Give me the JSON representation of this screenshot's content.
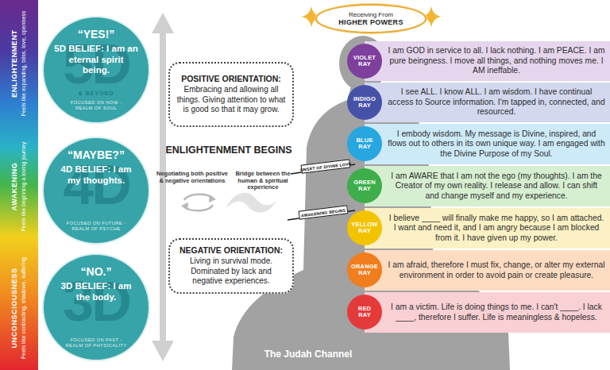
{
  "diagram": {
    "nodes": [
      {
        "text": [
          "ENLIGHTENMENT",
          "Feels like expanding, bliss, love, openness"
        ]
      },
      {
        "text": [
          "AWAKENING",
          "Feels like beginning a loving journey"
        ]
      },
      {
        "text": [
          "UNCONSCIOUSNESS",
          "Feels like contracting, shadows, suffering"
        ]
      },
      {
        "text": [
          "“YES!”",
          "5D BELIEF: I am an eternal spirit being.",
          "5D",
          "& BEYOND",
          "FOCUSED ON NOW - REALM OF SOUL"
        ]
      },
      {
        "text": [
          "“MAYBE?”",
          "4D BELIEF: I am my thoughts.",
          "4D",
          "FOCUSED ON FUTURE - REALM OF PSYCHE"
        ]
      },
      {
        "text": [
          "“NO.”",
          "3D BELIEF: I am the body.",
          "3D",
          "FOCUSED ON PAST - REALM OF PHYSICALITY"
        ]
      },
      {
        "text": [
          "POSITIVE ORIENTATION:",
          "Embracing and allowing all things. Giving attention to what is good so that it may grow."
        ]
      },
      {
        "text": [
          "NEGATIVE ORIENTATION:",
          "Living in survival mode. Dominated by lack and negative experiences."
        ]
      },
      {
        "text": [
          "Receiving From",
          "HIGHER POWERS"
        ]
      },
      {
        "text": [
          "I am GOD in service to all. I lack nothing. I am PEACE. I am pure beingness. I move all things, and nothing moves me. I AM ineffable."
        ]
      },
      {
        "text": [
          "VIOLET RAY"
        ],
        "in": 9
      },
      {
        "text": [
          "I see ALL. I know ALL. I am wisdom. I have continual access to Source information. I'm tapped in, connected, and resourced."
        ]
      },
      {
        "text": [
          "INDIGO RAY"
        ],
        "in": 11
      },
      {
        "text": [
          "I embody wisdom. My message is Divine, inspired, and flows out to others in its own unique way. I am engaged with the Divine Purpose of my Soul."
        ]
      },
      {
        "text": [
          "BLUE RAY"
        ],
        "in": 13
      },
      {
        "text": [
          "I am AWARE that I am not the ego (my thoughts). I am the Creator of my own reality. I release and allow. I can shift and change myself and my experience."
        ]
      },
      {
        "text": [
          "GREEN RAY"
        ],
        "in": 15
      },
      {
        "text": [
          "I believe ____ will finally make me happy, so I am attached. I want and need it, and I am angry because I am blocked from it. I have given up my power."
        ]
      },
      {
        "text": [
          "YELLOW RAY"
        ],
        "in": 17
      },
      {
        "text": [
          "I am afraid, therefore I must fix, change, or alter my external environment in order to avoid pain or create pleasure."
        ]
      },
      {
        "text": [
          "ORANGE RAY"
        ],
        "in": 19
      },
      {
        "text": [
          "I am a victim. Life is doing things to me. I can't ____. I lack ____, therefore I suffer. Life is meaningless & hopeless."
        ]
      },
      {
        "text": [
          "RED RAY"
        ],
        "in": 21
      },
      {
        "text": [
          "ONSET OF DIVINE LOVE"
        ]
      },
      {
        "text": [
          "AWAKENING BEGINS"
        ]
      }
    ],
    "labels": [
      "ENLIGHTENMENT BEGINS",
      "Negotiating both positive & negative orientations",
      "Bridge between the human & spiritual experience",
      "The Judah Channel"
    ]
  }
}
